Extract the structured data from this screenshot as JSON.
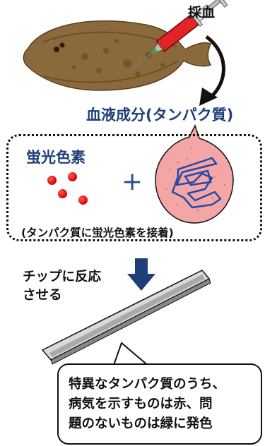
{
  "labels": {
    "blood_sampling": "採血",
    "blood_component": "血液成分(タンパク質)",
    "fluorescent_dye": "蛍光色素",
    "plus": "+",
    "binding_note": "(タンパク質に蛍光色素を接着)",
    "chip_line1": "チップに反応",
    "chip_line2": "させる"
  },
  "result": {
    "line1": "特異なタンパク質のうち、",
    "line2": "病気を示すものは赤、問",
    "line3": "題のないものは緑に発色"
  },
  "colors": {
    "heading_blue": "#1f3f7a",
    "dye_red": "#d40000",
    "protein_bubble": "#f4a6a6",
    "arrow_blue": "#1f3f7a"
  }
}
